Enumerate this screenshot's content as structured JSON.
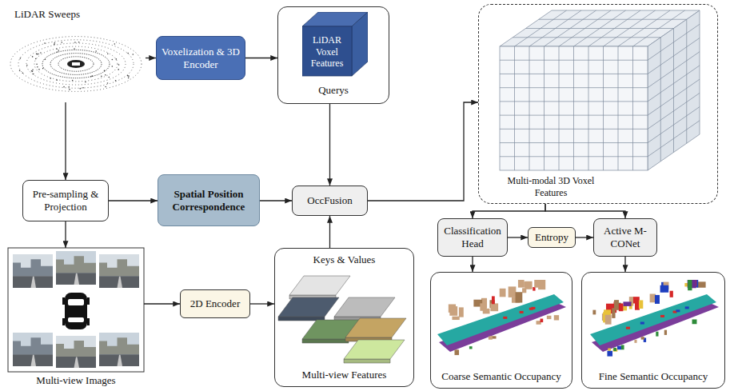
{
  "diagram": {
    "nodes": [
      {
        "text": [
          "LiDAR Sweeps"
        ]
      },
      {
        "text": [
          "Voxelization & 3D Encoder"
        ]
      },
      {
        "text": [
          "Querys"
        ]
      },
      {
        "text": [
          "LiDAR Voxel Features"
        ],
        "in": 2
      },
      {
        "text": [
          "Multi-modal 3D Voxel Features"
        ]
      },
      {
        "text": [
          "Pre-sampling & Projection"
        ]
      },
      {
        "text": [
          "Spatial Position Correspondence"
        ]
      },
      {
        "text": [
          "OccFusion"
        ]
      },
      {
        "text": [
          "Classification Head"
        ]
      },
      {
        "text": [
          "Entropy"
        ]
      },
      {
        "text": [
          "Active M-CONet"
        ]
      },
      {
        "text": [
          "Keys & Values",
          "Multi-view Features"
        ]
      },
      {
        "text": [
          "Multi-view Images"
        ]
      },
      {
        "text": [
          "2D Encoder"
        ]
      },
      {
        "text": [
          "Coarse Semantic Occupancy"
        ]
      },
      {
        "text": [
          "Fine Semantic Occupancy"
        ]
      }
    ],
    "edges": [
      {
        "from": 0,
        "to": 1,
        "arrow": "to"
      },
      {
        "from": 1,
        "to": 2,
        "arrow": "to"
      },
      {
        "from": 2,
        "to": 7,
        "arrow": "to"
      },
      {
        "from": 0,
        "to": 5,
        "arrow": "to"
      },
      {
        "from": 5,
        "to": 6,
        "arrow": "to"
      },
      {
        "from": 6,
        "to": 7,
        "arrow": "to"
      },
      {
        "from": 5,
        "to": 12,
        "arrow": "to"
      },
      {
        "from": 12,
        "to": 13,
        "arrow": "to"
      },
      {
        "from": 13,
        "to": 11,
        "arrow": "to"
      },
      {
        "from": 11,
        "to": 7,
        "arrow": "to"
      },
      {
        "from": 7,
        "to": 4,
        "arrow": "to"
      },
      {
        "from": 4,
        "to": 8,
        "arrow": "to"
      },
      {
        "from": 4,
        "to": 10,
        "arrow": "to"
      },
      {
        "from": 8,
        "to": 9,
        "arrow": "to"
      },
      {
        "from": 9,
        "to": 10,
        "arrow": "to"
      },
      {
        "from": 8,
        "to": 14,
        "arrow": "to"
      },
      {
        "from": 10,
        "to": 15,
        "arrow": "to"
      }
    ]
  }
}
